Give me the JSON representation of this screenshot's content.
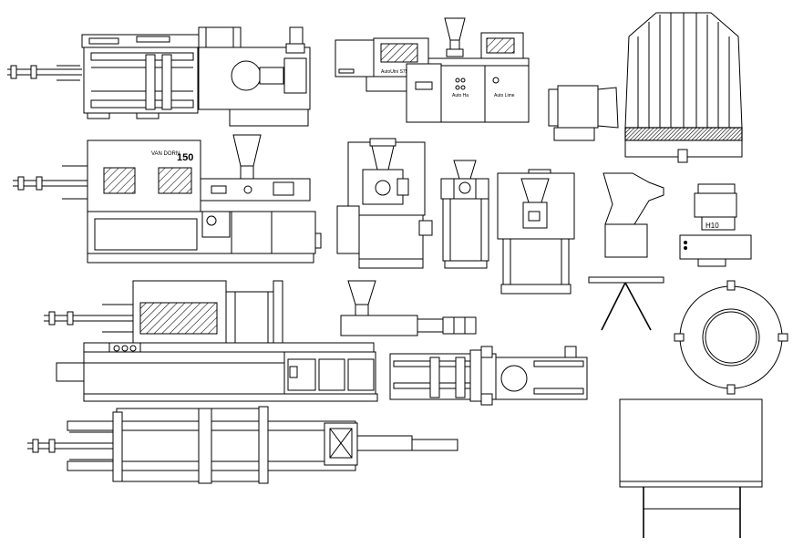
{
  "drawing": {
    "labels": {
      "brand_top": "AutoUtni S75",
      "ctrl_left": "Auto Ha",
      "ctrl_right": "Auto Lime",
      "vandorn_brand": "VAN DORN",
      "vandorn_model": "150",
      "dryer_label": "H10"
    },
    "colors": {
      "stroke": "#000000",
      "background": "#ffffff"
    },
    "hatch_pattern": "diagonal"
  }
}
